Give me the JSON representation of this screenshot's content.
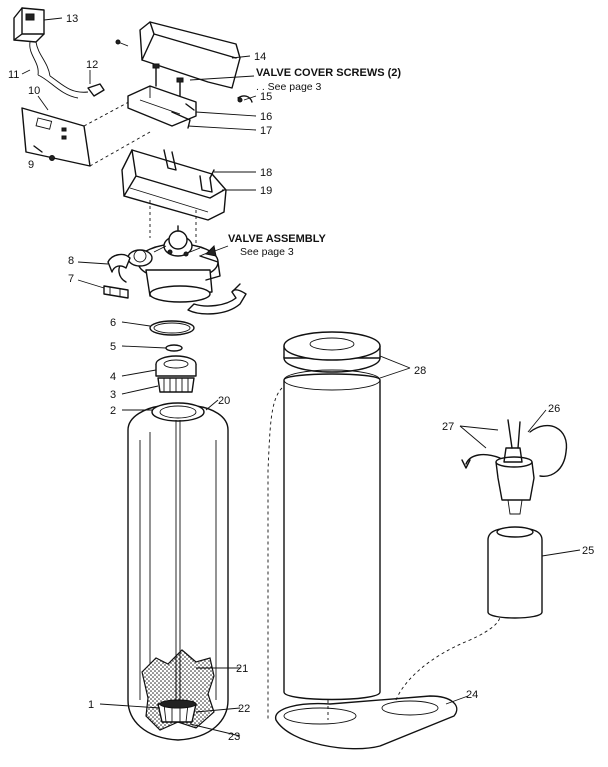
{
  "labels": {
    "p1": "1",
    "p2": "2",
    "p3": "3",
    "p4": "4",
    "p5": "5",
    "p6": "6",
    "p7": "7",
    "p8": "8",
    "p9": "9",
    "p10": "10",
    "p11": "11",
    "p12": "12",
    "p13": "13",
    "p14": "14",
    "p15": "15",
    "p16": "16",
    "p17": "17",
    "p18": "18",
    "p19": "19",
    "p20": "20",
    "p21": "21",
    "p22": "22",
    "p23": "23",
    "p24": "24",
    "p25": "25",
    "p26": "26",
    "p27": "27",
    "p28": "28"
  },
  "notes": {
    "valve_cover_screws": "VALVE COVER SCREWS (2)",
    "valve_cover_see": ". . See page 3",
    "valve_assembly": "VALVE ASSEMBLY",
    "valve_assembly_see": "See page 3"
  }
}
